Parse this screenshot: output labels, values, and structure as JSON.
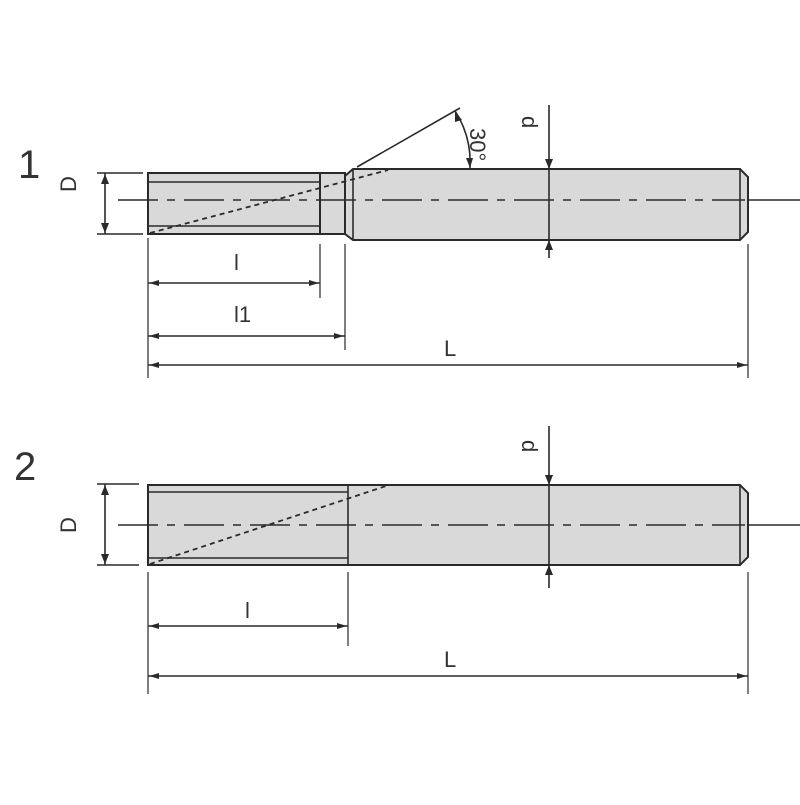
{
  "figure": {
    "variants": [
      {
        "number": "1",
        "labels": {
          "diameter": "D",
          "shank_diameter": "d",
          "cutting_length": "l",
          "neck_length": "l1",
          "overall_length": "L",
          "angle": "30°"
        }
      },
      {
        "number": "2",
        "labels": {
          "diameter": "D",
          "shank_diameter": "d",
          "cutting_length": "l",
          "overall_length": "L"
        }
      }
    ]
  },
  "colors": {
    "fill": "#d9d9d9",
    "line": "#2a2a2a",
    "background": "#ffffff"
  }
}
